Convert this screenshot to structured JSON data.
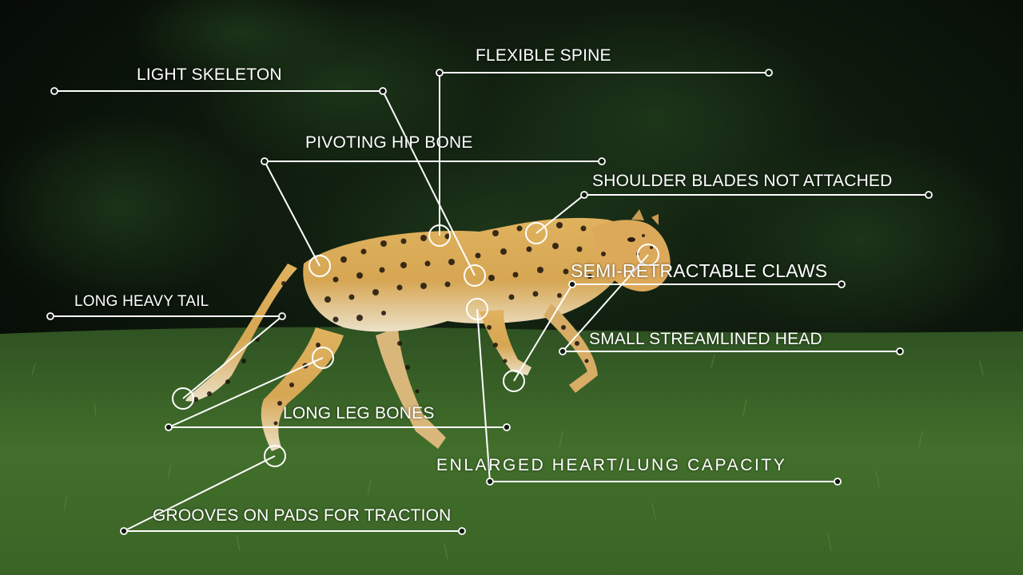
{
  "labels": {
    "light_skeleton": "LIGHT SKELETON",
    "flexible_spine": "FLEXIBLE SPINE",
    "pivoting_hip_bone": "PIVOTING HIP BONE",
    "shoulder_blades": "SHOULDER BLADES NOT ATTACHED",
    "semi_retractable_claws": "SEMI-RETRACTABLE CLAWS",
    "long_heavy_tail": "LONG HEAVY TAIL",
    "small_streamlined_head": "SMALL STREAMLINED HEAD",
    "long_leg_bones": "LONG LEG BONES",
    "enlarged_heart_lung": "ENLARGED HEART/LUNG CAPACITY",
    "grooves_on_pads": "GROOVES ON PADS FOR TRACTION"
  },
  "colors": {
    "annotation": "#ffffff",
    "foliage": "#142814",
    "grass": "#3f6e2a",
    "cheetah_coat": "#d9a956",
    "spots": "#1c130b"
  }
}
